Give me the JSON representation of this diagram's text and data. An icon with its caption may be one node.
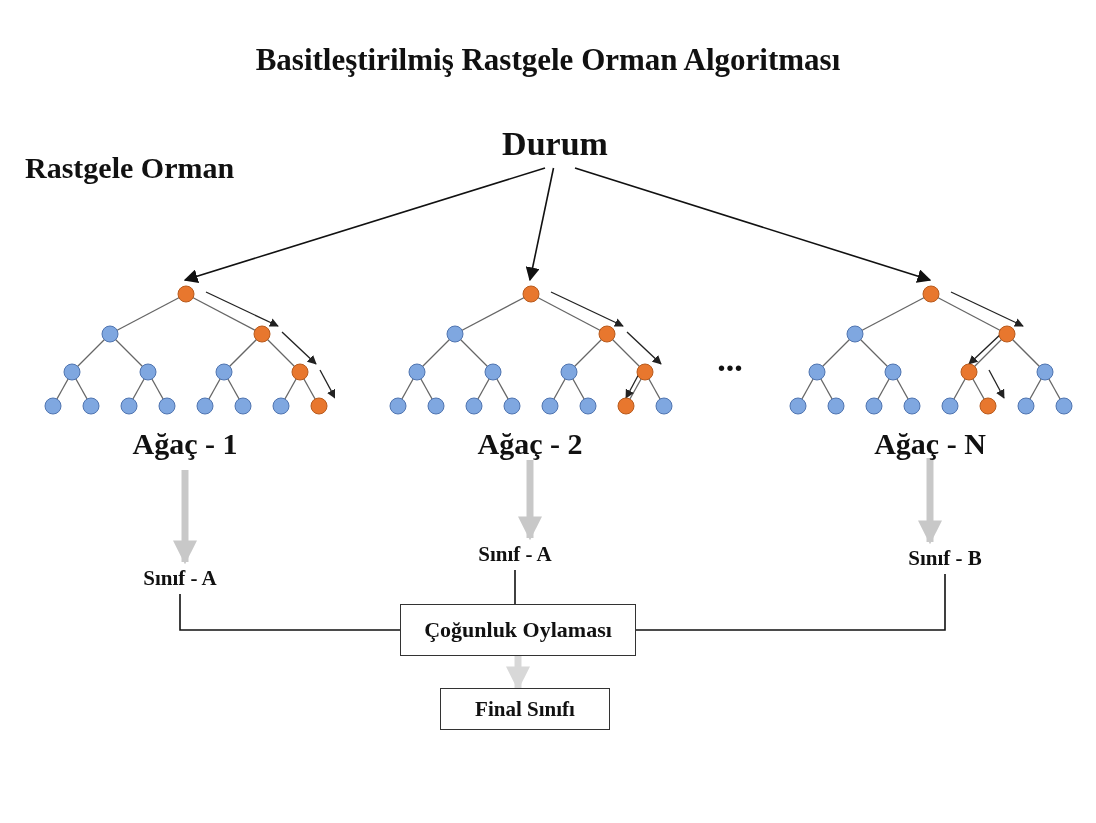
{
  "diagram": {
    "title": "Basitleştirilmiş Rastgele Orman Algoritması",
    "nodes": [
      {
        "text": [
          "Durum"
        ]
      },
      {
        "text": [
          "Ağaç - 1"
        ]
      },
      {
        "text": [
          "Ağaç - 2"
        ]
      },
      {
        "text": [
          "Ağaç - N"
        ]
      },
      {
        "text": [
          "Sınıf - A"
        ]
      },
      {
        "text": [
          "Sınıf - A"
        ]
      },
      {
        "text": [
          "Sınıf - B"
        ]
      },
      {
        "text": [
          "Çoğunluk Oylaması"
        ]
      },
      {
        "text": [
          "Final Sınıfı"
        ]
      }
    ],
    "edges": [
      {
        "from": 0,
        "to": 1,
        "arrow": "to"
      },
      {
        "from": 0,
        "to": 2,
        "arrow": "to"
      },
      {
        "from": 0,
        "to": 3,
        "arrow": "to"
      },
      {
        "from": 1,
        "to": 4,
        "arrow": "to",
        "style": "thick",
        "color": "#c8c8c8"
      },
      {
        "from": 2,
        "to": 5,
        "arrow": "to",
        "style": "thick",
        "color": "#c8c8c8"
      },
      {
        "from": 3,
        "to": 6,
        "arrow": "to",
        "style": "thick",
        "color": "#c8c8c8"
      },
      {
        "from": 4,
        "to": 7,
        "arrow": "none"
      },
      {
        "from": 5,
        "to": 7,
        "arrow": "none"
      },
      {
        "from": 6,
        "to": 7,
        "arrow": "none"
      },
      {
        "from": 7,
        "to": 8,
        "arrow": "to",
        "style": "thick",
        "color": "#d8d8d8"
      }
    ],
    "labels": [
      "Rastgele Orman",
      "..."
    ]
  }
}
